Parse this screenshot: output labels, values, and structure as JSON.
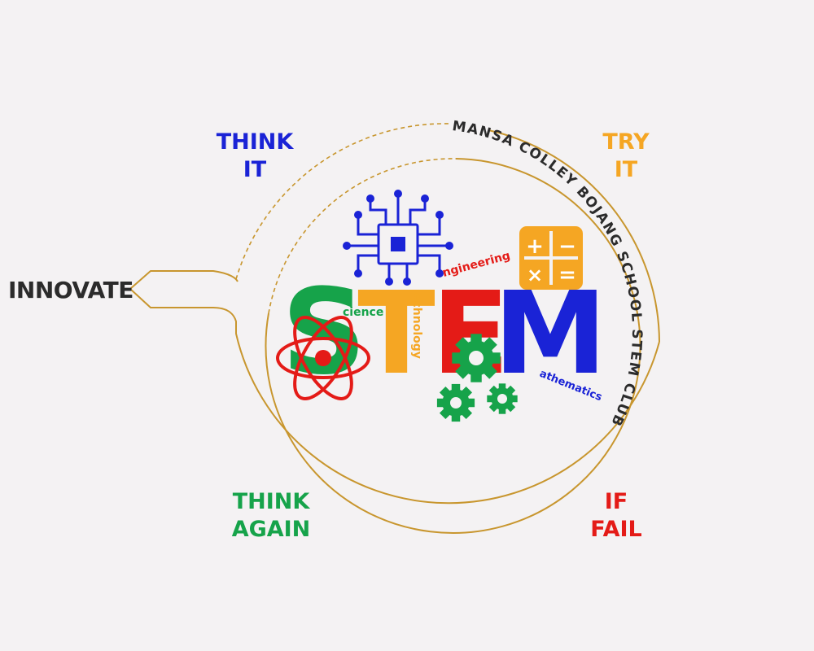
{
  "cycle": {
    "entry_label": "INNOVATE",
    "step_1": {
      "line1": "THINK",
      "line2": "IT"
    },
    "step_2": {
      "line1": "TRY",
      "line2": "IT"
    },
    "step_3": {
      "line1": "IF",
      "line2": "FAIL"
    },
    "step_4": {
      "line1": "THINK",
      "line2": "AGAIN"
    }
  },
  "club_name": "MANSA COLLEY BOJANG SCHOOL STEM CLUB",
  "stem": {
    "s": {
      "letter": "S",
      "suffix": "cience"
    },
    "t": {
      "letter": "T",
      "suffix": "echnology"
    },
    "e": {
      "letter": "E",
      "suffix": "ngineering"
    },
    "m": {
      "letter": "M",
      "suffix": "athematics"
    }
  },
  "calculator_symbols": [
    "+",
    "−",
    "×",
    "="
  ],
  "colors": {
    "background": "#f4f2f3",
    "ring": "#c8962e",
    "think_it": "#1a23d6",
    "try_it": "#f5a623",
    "if_fail": "#e41b17",
    "think_again": "#16a34a",
    "science": "#16a34a",
    "technology": "#f5a623",
    "engineering": "#e41b17",
    "mathematics": "#1a23d6",
    "text_dark": "#2b2b2b"
  },
  "icons": [
    "chip-icon",
    "atom-icon",
    "gear-icon",
    "calculator-icon"
  ]
}
